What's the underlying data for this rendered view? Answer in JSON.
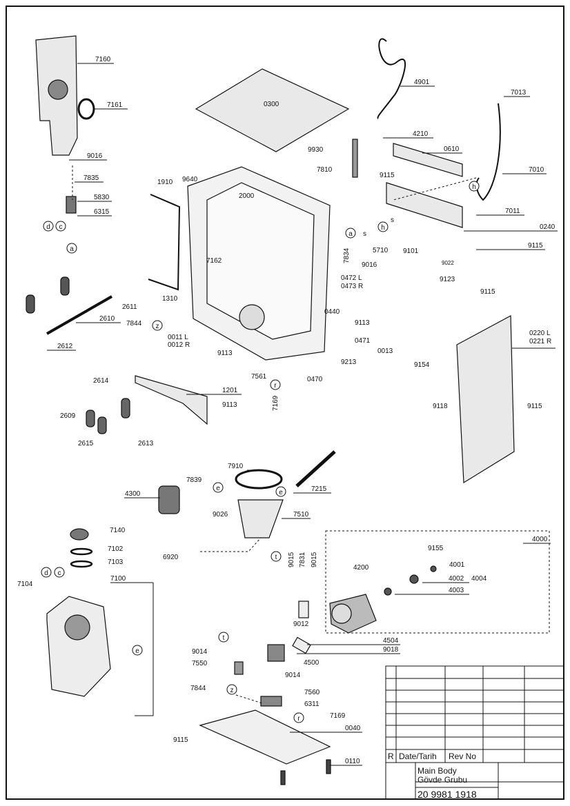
{
  "colors": {
    "ink": "#111111",
    "part_fill": "#e6e6e6",
    "part_dark": "#555555"
  },
  "labels": {
    "p7160": "7160",
    "p7161": "7161",
    "p9016a": "9016",
    "p7835": "7835",
    "p5830": "5830",
    "p6315": "6315",
    "p0300": "0300",
    "p4901": "4901",
    "p7013": "7013",
    "p4210": "4210",
    "p0610": "0610",
    "p9930": "9930",
    "p7810": "7810",
    "p7010": "7010",
    "p9115a": "9115",
    "p7011": "7011",
    "p0240": "0240",
    "p1910": "1910",
    "p9640": "9640",
    "p2000": "2000",
    "p7162": "7162",
    "p7834": "7834",
    "p5710": "5710",
    "p9016b": "9016",
    "p9101": "9101",
    "p9115b": "9115",
    "p9022": "9022",
    "p9123": "9123",
    "p0472": "0472 L",
    "p0473": "0473 R",
    "p2611": "2611",
    "p1310": "1310",
    "p2610": "2610",
    "p7844a": "7844",
    "p0440": "0440",
    "p9113a": "9113",
    "p0011": "0011 L",
    "p0012": "0012 R",
    "p9113b": "9113",
    "p0471": "0471",
    "p0013": "0013",
    "p2612": "2612",
    "p9213": "9213",
    "p7561": "7561",
    "p0470": "0470",
    "p7169a": "7169",
    "p9115c": "9115",
    "p0220": "0220 L",
    "p0221": "0221 R",
    "p9154": "9154",
    "p2614": "2614",
    "p1201": "1201",
    "p9113c": "9113",
    "p2609": "2609",
    "p2615": "2615",
    "p2613": "2613",
    "p9118": "9118",
    "p9115d": "9115",
    "p7910": "7910",
    "p7839": "7839",
    "p7215": "7215",
    "p4300": "4300",
    "p9026": "9026",
    "p7510": "7510",
    "p7140": "7140",
    "p7102": "7102",
    "p7103": "7103",
    "p4000": "4000",
    "p9155": "9155",
    "p6920": "6920",
    "p7100": "7100",
    "p9015a": "9015",
    "p7831": "7831",
    "p9015b": "9015",
    "p4200": "4200",
    "p4001": "4001",
    "p4002": "4002",
    "p4004": "4004",
    "p4003": "4003",
    "p7104": "7104",
    "p9012": "9012",
    "p4504": "4504",
    "p9018": "9018",
    "p9014a": "9014",
    "p4500": "4500",
    "p7550": "7550",
    "p9014b": "9014",
    "p7844b": "7844",
    "p7560": "7560",
    "p6311": "6311",
    "p7169b": "7169",
    "p0040": "0040",
    "p9115e": "9115",
    "p0110": "0110"
  },
  "callouts": {
    "ca": "a",
    "cc": "c",
    "cd": "d",
    "ch1": "h",
    "ch2": "h",
    "cz1": "z",
    "cr1": "r",
    "ce1": "e",
    "ct1": "t",
    "ce2": "e",
    "cd2": "d",
    "cc2": "c",
    "ce3": "e",
    "ct2": "t",
    "cz2": "z",
    "cr2": "r",
    "ca2": "a",
    "cs1": "s",
    "cs2": "s"
  },
  "title_block": {
    "rev_mark": "R",
    "date_label": "Date/Tarih",
    "rev_label": "Rev No",
    "title_line1": "Main Body",
    "title_line2": "Gövde Grubu",
    "drawing_number": "20 9981 1918"
  }
}
